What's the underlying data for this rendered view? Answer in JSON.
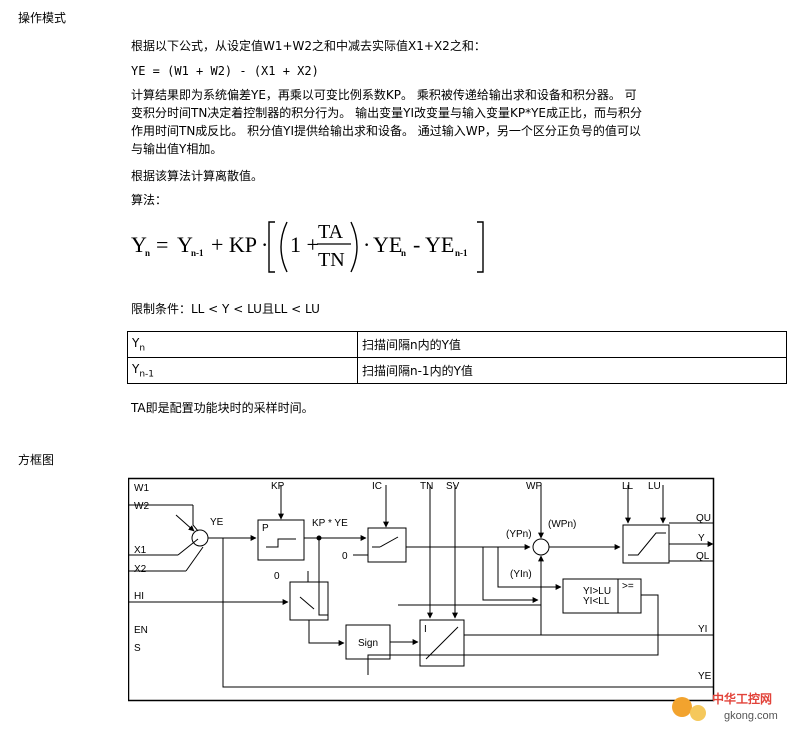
{
  "section1": {
    "title": "操作模式",
    "intro": "根据以下公式，从设定值W1+W2之和中减去实际值X1+X2之和：",
    "formula_ye": "YE = (W1 + W2) - (X1 + X2)",
    "para_lines": [
      "计算结果即为系统偏差YE，再乘以可变比例系数KP。 乘积被传递给输出求和设备和积分器。 可",
      "变积分时间TN决定着控制器的积分行为。 输出变量YI改变量与输入变量KP*YE成正比，而与积分",
      "作用时间TN成反比。 积分值YI提供给输出求和设备。 通过输入WP，另一个区分正负号的值可以",
      "与输出值Y相加。"
    ],
    "discrete_note": "根据该算法计算离散值。",
    "algorithm_label": "算法：",
    "formula": {
      "lhs": "Y",
      "lhs_sub": "n",
      "t1": "Y",
      "t1_sub": "n-1",
      "plus_kp": "+ KP",
      "one_plus": "1 +",
      "num": "TA",
      "den": "TN",
      "ye": "YE",
      "ye_sub": "n",
      "minus_ye": "- YE",
      "ye2_sub": "n-1"
    },
    "constraint": "限制条件：LL < Y < LU且LL < LU",
    "table": [
      {
        "var": "Y",
        "sub": "n",
        "desc": "扫描间隔n内的Y值"
      },
      {
        "var": "Y",
        "sub": "n-1",
        "desc": "扫描间隔n-1内的Y值"
      }
    ],
    "ta_note": "TA即是配置功能块时的采样时间。"
  },
  "section2": {
    "title": "方框图"
  },
  "diagram": {
    "inputs_left": [
      "W1",
      "W2",
      "X1",
      "X2",
      "HI",
      "EN",
      "S"
    ],
    "inputs_top": [
      "KP",
      "IC",
      "TN",
      "SV",
      "WP",
      "LL",
      "LU"
    ],
    "outputs_right": [
      "QU",
      "Y",
      "QL",
      "YI",
      "YE"
    ],
    "labels": {
      "ye_inner": "YE",
      "kp_ye": "KP * YE",
      "p_block": "P",
      "i_block": "I",
      "sign": "Sign",
      "zero1": "0",
      "zero2": "0",
      "ypn": "(YPn)",
      "wpn": "(WPn)",
      "yin": "(YIn)",
      "cmp1": "YI>LU",
      "cmp2": "YI<LL",
      "cmp3": ">="
    }
  },
  "watermark": {
    "line1": "中华工控网",
    "line2": "gkong.com"
  }
}
